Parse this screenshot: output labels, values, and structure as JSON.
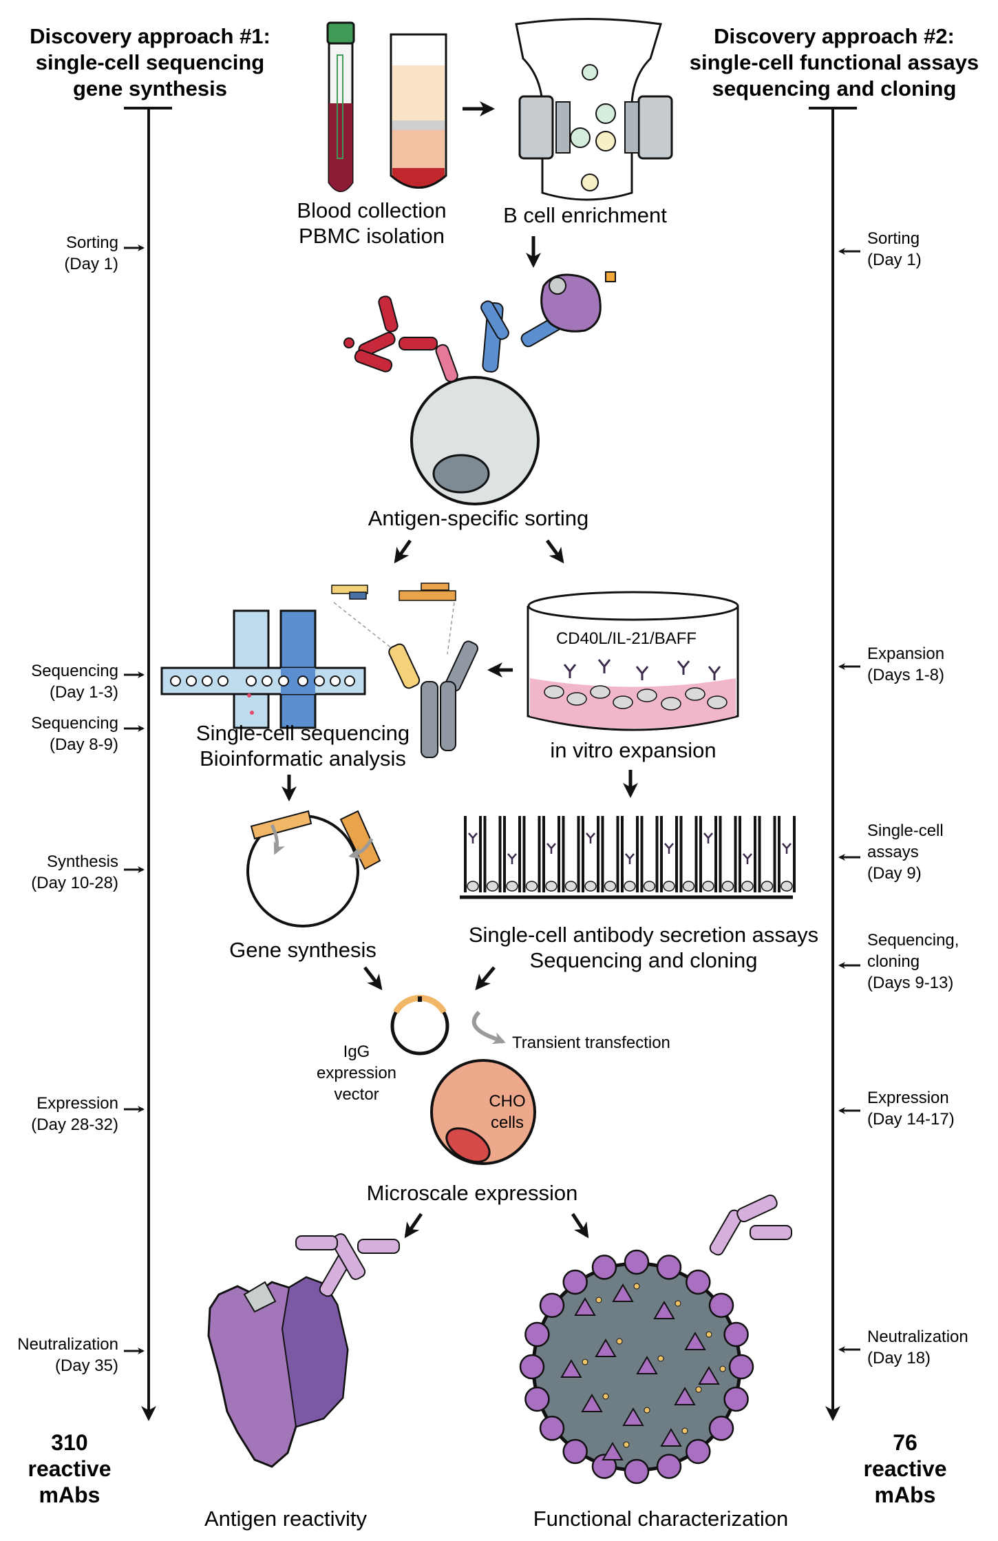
{
  "approach1": {
    "title_lines": [
      "Discovery approach #1:",
      "single-cell sequencing",
      "gene synthesis"
    ],
    "timeline": [
      {
        "lines": [
          "Sorting",
          "(Day 1)"
        ]
      },
      {
        "lines": [
          "Sequencing",
          "(Day 1-3)"
        ]
      },
      {
        "lines": [
          "Sequencing",
          "(Day 8-9)"
        ]
      },
      {
        "lines": [
          "Synthesis",
          "(Day 10-28)"
        ]
      },
      {
        "lines": [
          "Expression",
          "(Day 28-32)"
        ]
      },
      {
        "lines": [
          "Neutralization",
          "(Day 35)"
        ]
      }
    ],
    "total_lines": [
      "310",
      "reactive",
      "mAbs"
    ]
  },
  "approach2": {
    "title_lines": [
      "Discovery approach #2:",
      "single-cell functional assays",
      "sequencing and cloning"
    ],
    "timeline": [
      {
        "lines": [
          "Sorting",
          "(Day 1)"
        ]
      },
      {
        "lines": [
          "Expansion",
          "(Days 1-8)"
        ]
      },
      {
        "lines": [
          "Single-cell",
          "assays",
          "(Day 9)"
        ]
      },
      {
        "lines": [
          "Sequencing,",
          "cloning",
          "(Days 9-13)"
        ]
      },
      {
        "lines": [
          "Expression",
          "(Day 14-17)"
        ]
      },
      {
        "lines": [
          "Neutralization",
          "(Day 18)"
        ]
      }
    ],
    "total_lines": [
      "76",
      "reactive",
      "mAbs"
    ]
  },
  "steps": {
    "blood": [
      "Blood collection",
      "PBMC isolation"
    ],
    "enrichment": "B cell enrichment",
    "sorting": "Antigen-specific sorting",
    "culture_label": "CD40L/IL-21/BAFF",
    "sequencing": [
      "Single-cell sequencing",
      "Bioinformatic analysis"
    ],
    "expansion": "in vitro expansion",
    "gene_synthesis": "Gene synthesis",
    "assays": [
      "Single-cell antibody secretion assays",
      "Sequencing and cloning"
    ],
    "vector": [
      "IgG",
      "expression",
      "vector"
    ],
    "transfection": "Transient transfection",
    "cho": [
      "CHO",
      "cells"
    ],
    "microscale": "Microscale expression",
    "antigen_reactivity": "Antigen reactivity",
    "functional": "Functional characterization"
  },
  "colors": {
    "heavy_red": "#c8283c",
    "light_pink": "#e67898",
    "heavy_blue": "#5b8fcf",
    "antigen_purple": "#a276b8",
    "dark_purple": "#7b59a4",
    "cell_gray": "#dde3e3",
    "cho_salmon": "#eea88c",
    "nucleus_red": "#d64a4a",
    "channel_blue": "#bfdcef",
    "virus_gray": "#6f7d84",
    "spike_purple": "#a96fc0",
    "plasmid_orange": "#f2b766"
  }
}
